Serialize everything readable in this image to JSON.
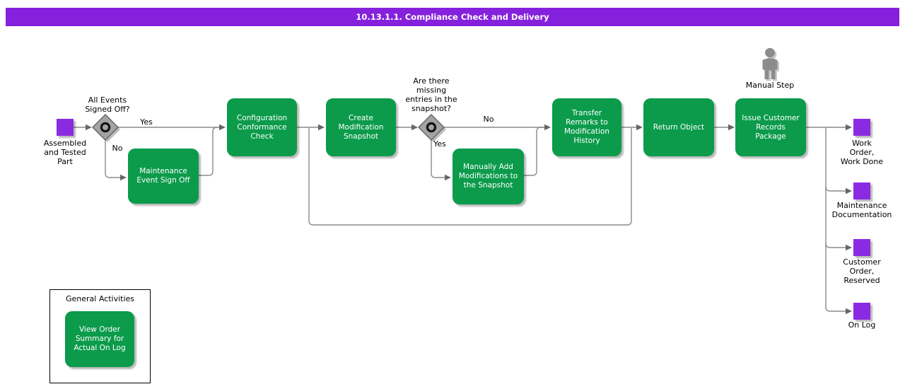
{
  "title_bar": {
    "text": "10.13.1.1. Compliance Check and Delivery"
  },
  "flow": {
    "input_artifact": {
      "label": "Assembled\nand Tested\nPart"
    },
    "decision_all_events": {
      "question": "All Events\nSigned Off?",
      "yes": "Yes",
      "no": "No"
    },
    "task_maintenance_signoff": {
      "label": "Maintenance\nEvent Sign Off"
    },
    "task_configuration_check": {
      "label": "Configuration\nConformance\nCheck"
    },
    "task_create_snapshot": {
      "label": "Create\nModification\nSnapshot"
    },
    "decision_missing_entries": {
      "question": "Are there\nmissing\nentries in the\nsnapshot?",
      "no": "No",
      "yes": "Yes"
    },
    "task_manually_add": {
      "label": "Manually Add\nModifications to\nthe Snapshot"
    },
    "task_transfer_remarks": {
      "label": "Transfer\nRemarks to\nModification\nHistory"
    },
    "task_return_object": {
      "label": "Return Object"
    },
    "task_issue_package": {
      "label": "Issue Customer\nRecords\nPackage",
      "annotation": "Manual Step"
    },
    "outputs": [
      {
        "label": "Work\nOrder,\nWork Done"
      },
      {
        "label": "Maintenance\nDocumentation"
      },
      {
        "label": "Customer\nOrder,\nReserved"
      },
      {
        "label": "On Log"
      }
    ],
    "general_activities": {
      "title": "General Activities",
      "task": "View Order\nSummary for\nActual On Log"
    }
  },
  "colors": {
    "title_bar_purple": "#8521dc",
    "artifact_purple": "#8a2be2",
    "task_green": "#0b9b4b",
    "connector_gray": "#8a8a8a",
    "arrowhead_gray": "#666666",
    "diamond_gray": "#a3a3a3"
  }
}
